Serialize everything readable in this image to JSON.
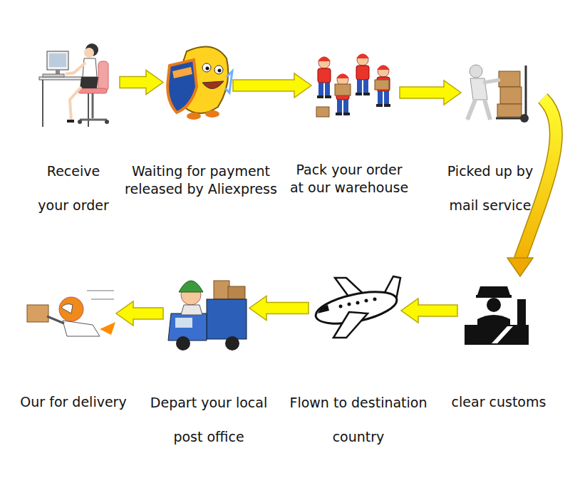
{
  "diagram": {
    "nodes": [
      {
        "text": [
          "Receive your order"
        ]
      },
      {
        "text": [
          "Waiting for payment released by Aliexpress"
        ]
      },
      {
        "text": [
          "Pack your order at our warehouse"
        ]
      },
      {
        "text": [
          "Picked up by mail service"
        ]
      },
      {
        "text": [
          "clear customs"
        ]
      },
      {
        "text": [
          "Flown to destination country"
        ]
      },
      {
        "text": [
          "Depart your local post office"
        ]
      },
      {
        "text": [
          "Our for delivery"
        ]
      }
    ],
    "edges": [
      {
        "from": 0,
        "to": 1,
        "arrow": "to"
      },
      {
        "from": 1,
        "to": 2,
        "arrow": "to"
      },
      {
        "from": 2,
        "to": 3,
        "arrow": "to"
      },
      {
        "from": 3,
        "to": 4,
        "arrow": "to"
      },
      {
        "from": 4,
        "to": 5,
        "arrow": "to"
      },
      {
        "from": 5,
        "to": 6,
        "arrow": "to"
      },
      {
        "from": 6,
        "to": 7,
        "arrow": "to"
      }
    ]
  }
}
